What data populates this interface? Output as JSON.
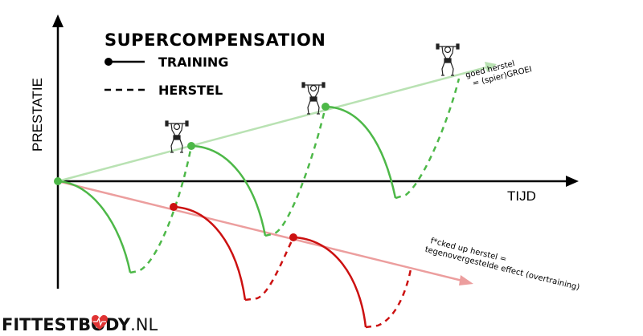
{
  "title": "SUPERCOMPENSATION",
  "legend": {
    "training_label": "TRAINING",
    "herstel_label": "HERSTEL"
  },
  "axes": {
    "y_label": "PRESTATIE",
    "x_label": "TIJD"
  },
  "annotations": {
    "good_line1": "goed herstel",
    "good_line2": "= (spier)GROEI",
    "bad_line1": "f*cked up herstel =",
    "bad_line2": "tegenovergestelde effect (overtraining)"
  },
  "logo": {
    "main": "FITTESTB",
    "after_heart": "DY",
    "tld": ".NL"
  },
  "colors": {
    "good": "#4db848",
    "good_trend": "#b9e2b3",
    "bad": "#cc1111",
    "bad_trend": "#ec9e9e",
    "heart": "#e03333"
  }
}
